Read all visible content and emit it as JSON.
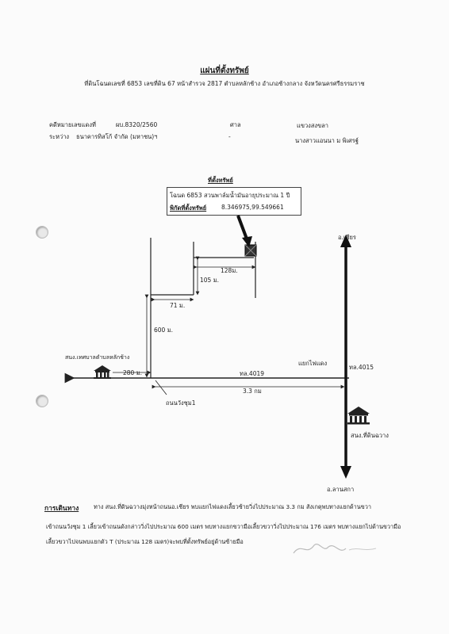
{
  "doc": {
    "title": "แผ่นที่ตั้งทรัพย์",
    "subtitle": "ที่ดินโฉนดเลขที่ 6853 เลขที่ดิน 67 หน้าสำรวจ 2817 ตำบลหลักช้าง อำเภอช้างกลาง จังหวัดนครศรีธรรมราช"
  },
  "case": {
    "black_no_label": "คดีหมายเลขแดงที่",
    "black_no_value": "ผบ.8320/2560",
    "court_label": "ศาล",
    "court_value": "แขวงสงขลา",
    "between_label": "ระหว่าง",
    "plaintiff": "ธนาคารทิสโก้ จำกัด (มหาชน)ฯ",
    "dash": "-",
    "defendant": "นางสาวแอนนา ม พิเศรฐ์"
  },
  "map": {
    "title": "ที่ตั้งทรัพย์",
    "box_line1": "โฉนด 6853 สวนพาล์มน้ำมันอายุประมาณ 1 ปี",
    "coord_label": "พิกัดที่ตั้งทรัพย์",
    "coord_value": "8.346975,99.549661",
    "north_label": "อ.เชียร",
    "south_label": "อ.ลานสกา",
    "distance_128": "128ม.",
    "distance_105": "105 ม.",
    "distance_71": "71 ม.",
    "distance_600": "600 ม.",
    "distance_280": "280 ม.",
    "distance_33": "3.3 กม",
    "road_4019": "ทล.4019",
    "road_4015": "ทล.4015",
    "junction_label": "แยกไฟแดง",
    "office_label": "สนง.เทศบาลตำบลหลักช้าง",
    "land_office_label": "สนง.ที่ดินฉวาง",
    "road_wangchum": "ถนนวังชุม1"
  },
  "route": {
    "label": "การเดินทาง",
    "line1": "ทาง สนง.ที่ดินฉวางมุ่งหน้าถนนอ.เชียร พบแยกไฟแดงเลี้ยวซ้ายวิ่งไปประมาณ 3.3 กม สังเกตุพบทางแยกด้านขวา",
    "line2": "เข้าถนนวังชุม 1 เลี้ยวเข้าถนนดังกล่าววิ่งไปประมาณ 600 เมตร พบทางแยกขวามือเลี้ยวขวาวิ่งไปประมาณ 176 เมตร พบทางแยกไปด้านขวามือ",
    "line3": "เลี้ยวขวาไปจนพบแยกตัว T (ประมาณ 128 เมตร)จะพบที่ตั้งทรัพย์อยู่ด้านซ้ายมือ"
  },
  "colors": {
    "ink": "#222222",
    "paper": "#fbfbfb"
  },
  "icons": [
    "building-icon",
    "parcel-marker-icon",
    "arrow-down-icon"
  ]
}
